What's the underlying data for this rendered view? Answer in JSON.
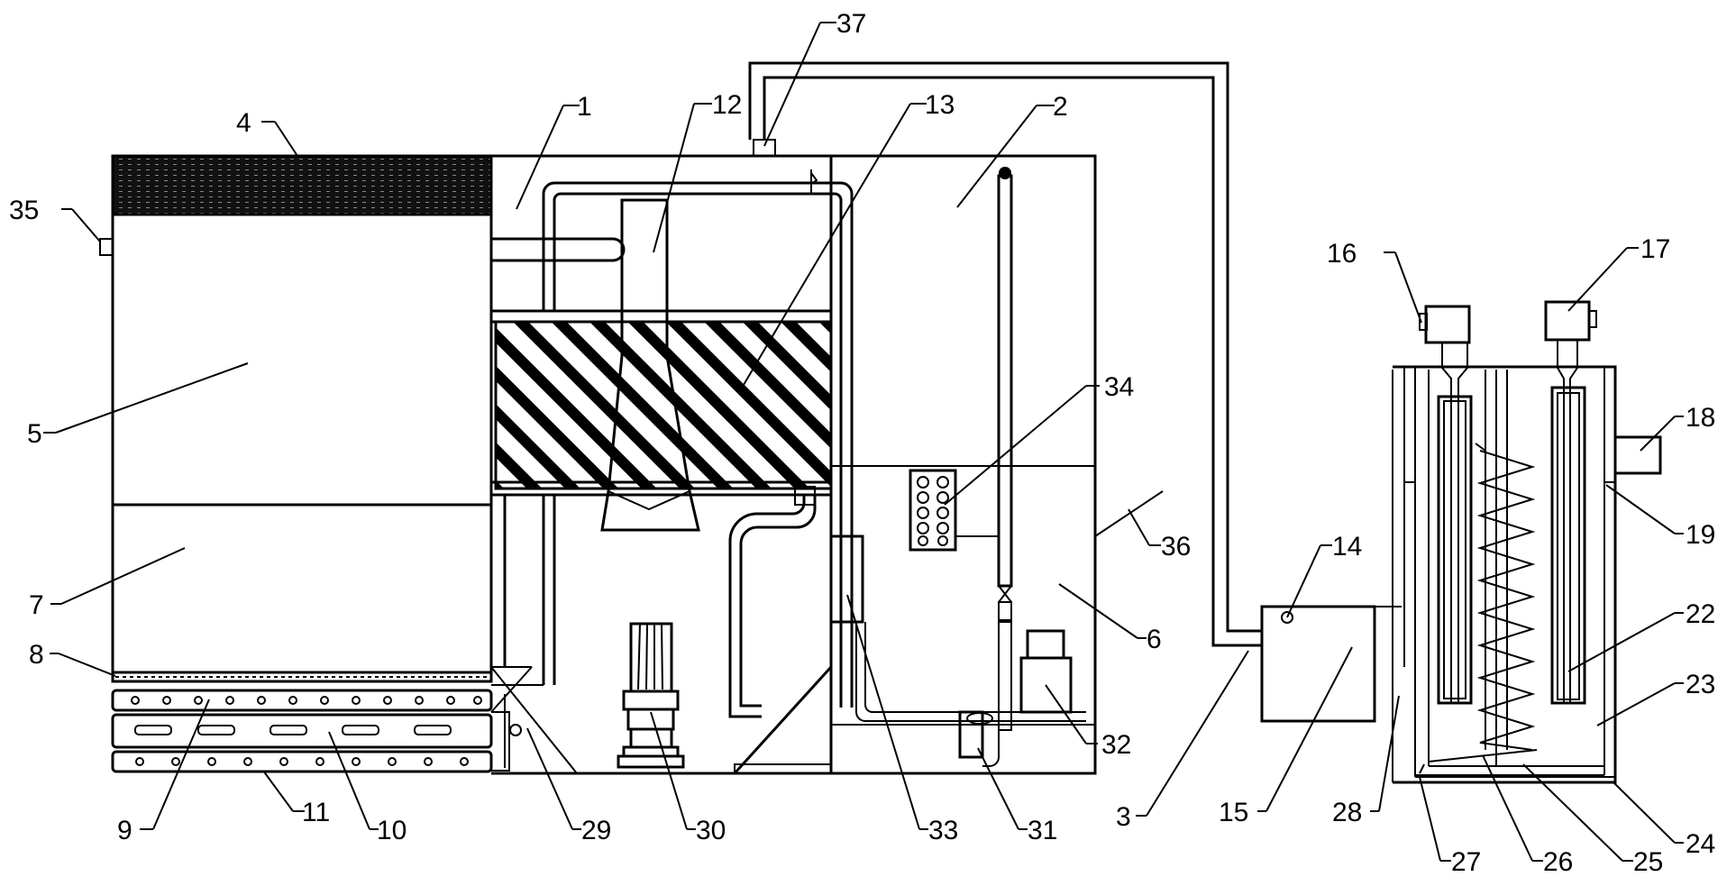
{
  "labels": [
    "1",
    "2",
    "3",
    "4",
    "5",
    "6",
    "7",
    "8",
    "9",
    "10",
    "11",
    "12",
    "13",
    "14",
    "15",
    "16",
    "17",
    "18",
    "19",
    "22",
    "23",
    "24",
    "25",
    "26",
    "27",
    "28",
    "29",
    "30",
    "31",
    "32",
    "33",
    "34",
    "35",
    "36",
    "37"
  ]
}
